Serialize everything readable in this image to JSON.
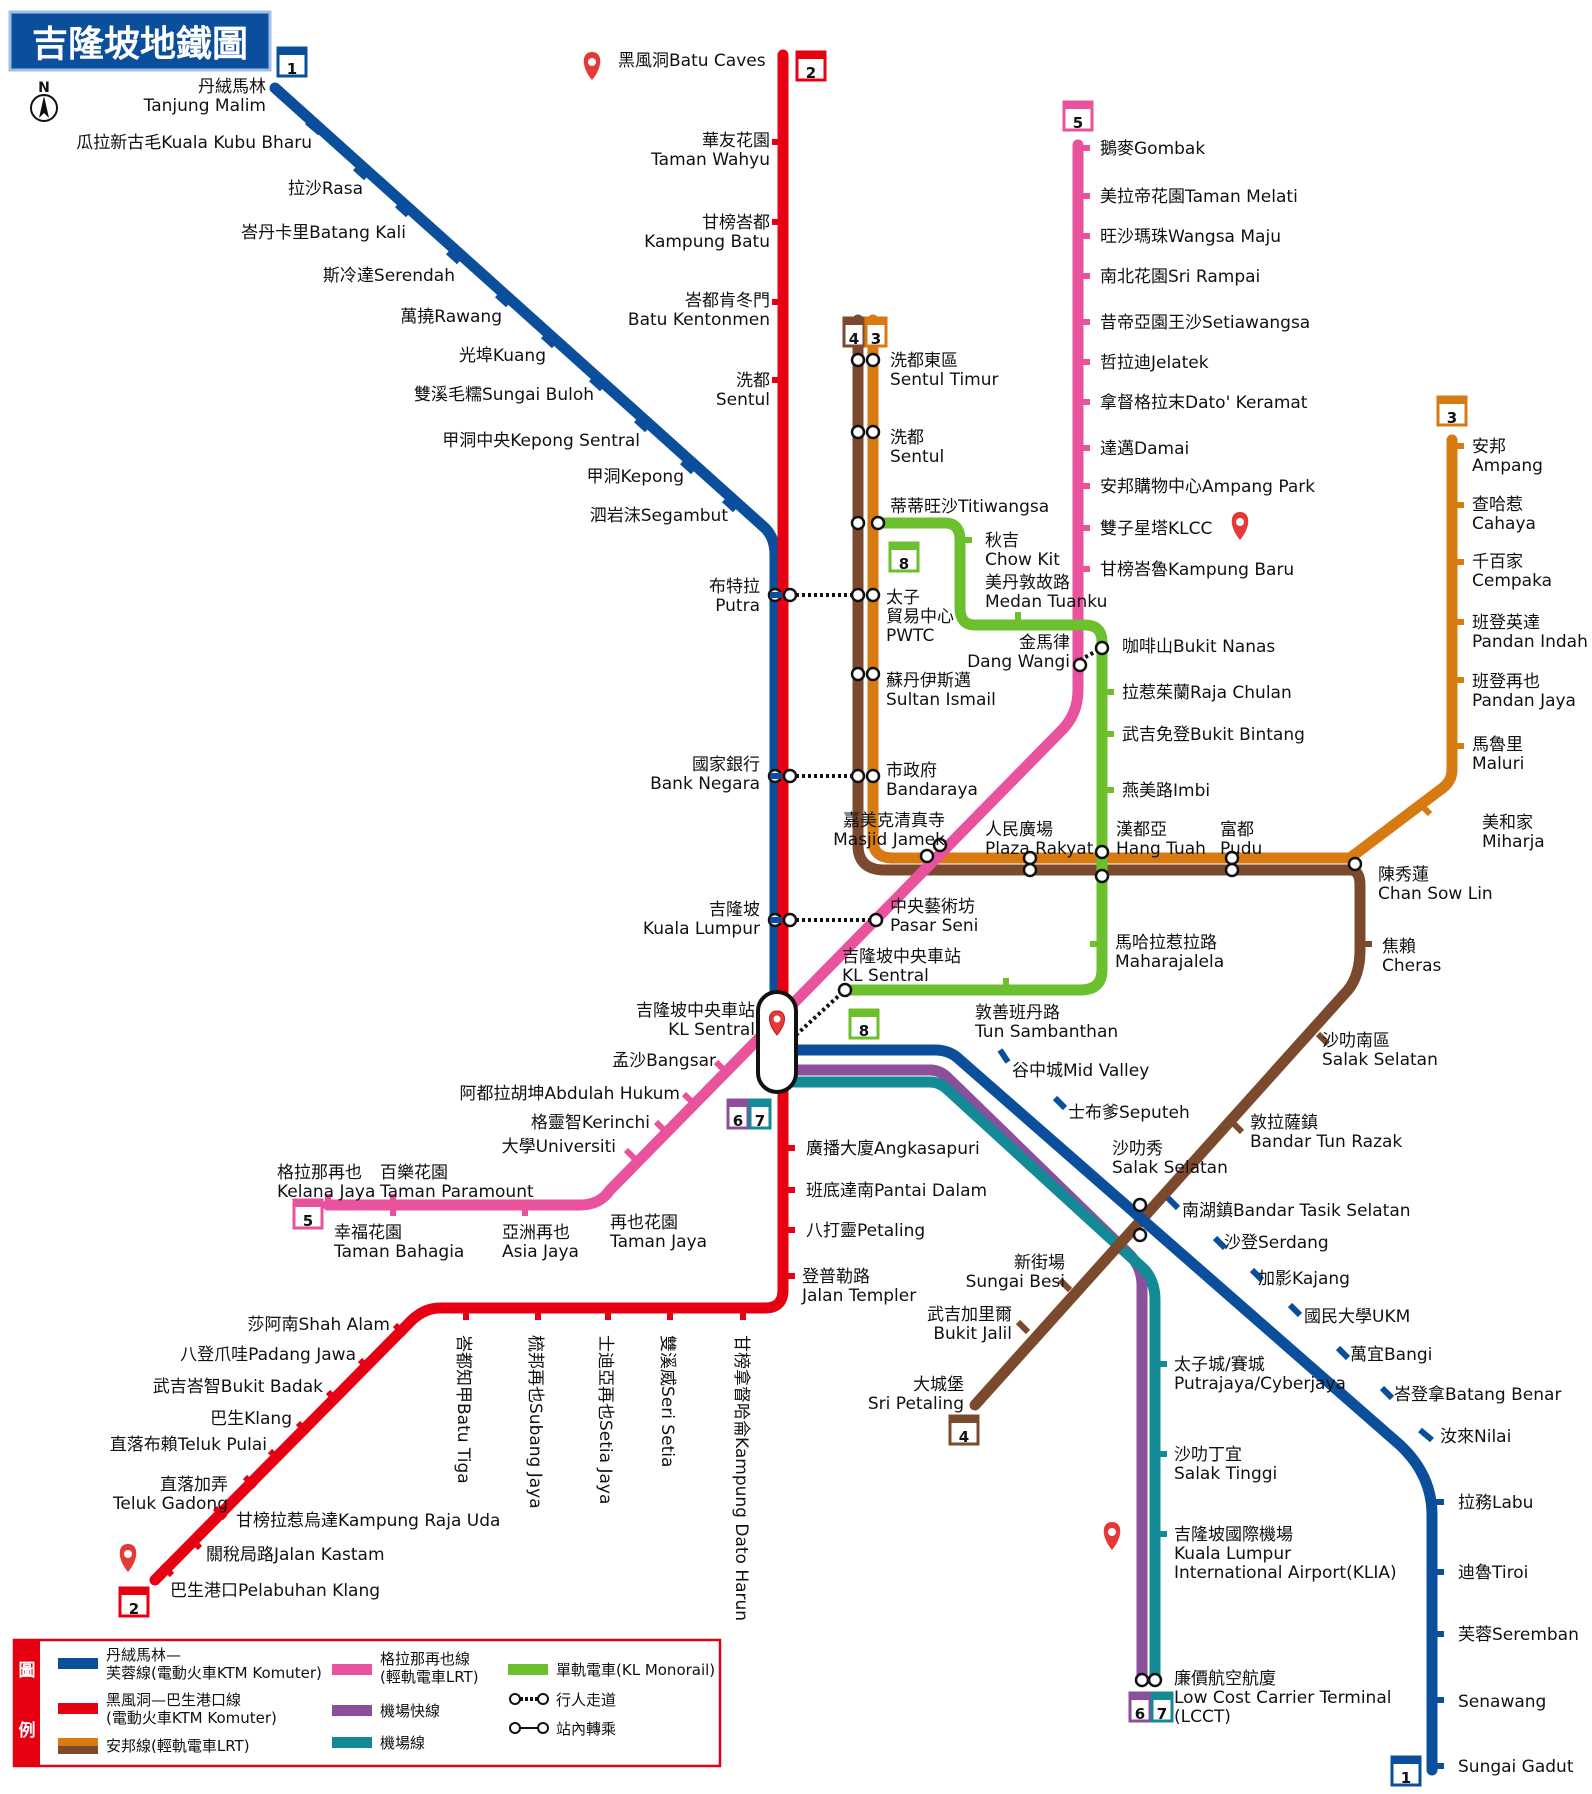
{
  "title": "吉隆坡地鐵圖",
  "compass": "N",
  "colors": {
    "L1": "#0b4f9c",
    "L2": "#e60012",
    "L3": "#d77a12",
    "L4": "#7b4a2e",
    "L5": "#e9529c",
    "L6": "#8b4f9c",
    "L7": "#138a95",
    "L8": "#6cbf2d"
  },
  "badges": [
    "1",
    "2",
    "3",
    "4",
    "5",
    "6",
    "7",
    "8"
  ],
  "stations": {
    "l1": [
      [
        "丹絨馬林",
        "Tanjung Malim"
      ],
      [
        "瓜拉新古毛Kuala Kubu Bharu"
      ],
      [
        "拉沙Rasa"
      ],
      [
        "峇丹卡里Batang Kali"
      ],
      [
        "斯冷達Serendah"
      ],
      [
        "萬撓Rawang"
      ],
      [
        "光埠Kuang"
      ],
      [
        "雙溪毛糯Sungai Buloh"
      ],
      [
        "甲洞中央Kepong Sentral"
      ],
      [
        "甲洞Kepong"
      ],
      [
        "泗岩沫Segambut"
      ],
      [
        "布特拉",
        "Putra"
      ],
      [
        "國家銀行",
        "Bank Negara"
      ],
      [
        "吉隆坡",
        "Kuala Lumpur"
      ],
      [
        "吉隆坡中央車站",
        "KL Sentral"
      ],
      [
        "谷中城Mid Valley"
      ],
      [
        "士布爹Seputeh"
      ],
      [
        "沙叻秀",
        "Salak Selatan"
      ],
      [
        "南湖鎮Bandar Tasik Selatan"
      ],
      [
        "沙登Serdang"
      ],
      [
        "加影Kajang"
      ],
      [
        "國民大學UKM"
      ],
      [
        "萬宜Bangi"
      ],
      [
        "峇登拿Batang Benar"
      ],
      [
        "汝來Nilai"
      ],
      [
        "拉務Labu"
      ],
      [
        "迪魯Tiroi"
      ],
      [
        "芙蓉Seremban"
      ],
      [
        "Senawang"
      ],
      [
        "Sungai Gadut"
      ]
    ],
    "l2": [
      [
        "黑風洞Batu Caves"
      ],
      [
        "華友花園",
        "Taman Wahyu"
      ],
      [
        "甘榜峇都",
        "Kampung Batu"
      ],
      [
        "峇都肯冬門",
        "Batu Kentonmen"
      ],
      [
        "洗都",
        "Sentul"
      ],
      [
        "廣播大廈Angkasapuri"
      ],
      [
        "班底達南Pantai Dalam"
      ],
      [
        "八打靈Petaling"
      ],
      [
        "登普勒路",
        "Jalan Templer"
      ],
      [
        "莎阿南Shah Alam"
      ],
      [
        "八登爪哇Padang Jawa"
      ],
      [
        "武吉峇智Bukit Badak"
      ],
      [
        "巴生Klang"
      ],
      [
        "直落布賴Teluk Pulai"
      ],
      [
        "直落加弄",
        "Teluk Gadong"
      ],
      [
        "甘榜拉惹烏達Kampung Raja Uda"
      ],
      [
        "關稅局路Jalan Kastam"
      ],
      [
        "巴生港口Pelabuhan Klang"
      ],
      [
        "峇都知甲Batu Tiga"
      ],
      [
        "梳邦再也Subang Jaya"
      ],
      [
        "士迪亞再也Setia Jaya"
      ],
      [
        "雙溪威Seri Setia"
      ],
      [
        "甘榜拿督哈侖Kampung Dato Harun"
      ]
    ],
    "l34": [
      [
        "洗都東區",
        "Sentul Timur"
      ],
      [
        "洗都",
        "Sentul"
      ],
      [
        "蒂蒂旺沙Titiwangsa"
      ],
      [
        "太子",
        "貿易中心",
        "PWTC"
      ],
      [
        "蘇丹伊斯邁",
        "Sultan Ismail"
      ],
      [
        "市政府",
        "Bandaraya"
      ],
      [
        "嘉美克清真寺",
        "Masjid Jamek"
      ],
      [
        "人民廣場",
        "Plaza Rakyat"
      ],
      [
        "漢都亞",
        "Hang Tuah"
      ],
      [
        "富都",
        "Pudu"
      ],
      [
        "陳秀蓮",
        "Chan Sow Lin"
      ]
    ],
    "l3": [
      [
        "安邦",
        "Ampang"
      ],
      [
        "查哈惹",
        "Cahaya"
      ],
      [
        "千百家",
        "Cempaka"
      ],
      [
        "班登英達",
        "Pandan Indah"
      ],
      [
        "班登再也",
        "Pandan Jaya"
      ],
      [
        "馬魯里",
        "Maluri"
      ],
      [
        "美和家",
        "Miharja"
      ]
    ],
    "l4": [
      [
        "焦賴",
        "Cheras"
      ],
      [
        "沙叻南區",
        "Salak Selatan"
      ],
      [
        "敦拉薩鎮",
        "Bandar Tun Razak"
      ],
      [
        "新街場",
        "Sungai Besi"
      ],
      [
        "武吉加里爾",
        "Bukit Jalil"
      ],
      [
        "大城堡",
        "Sri Petaling"
      ]
    ],
    "l5": [
      [
        "鵝麥Gombak"
      ],
      [
        "美拉帝花園Taman Melati"
      ],
      [
        "旺沙瑪珠Wangsa Maju"
      ],
      [
        "南北花園Sri Rampai"
      ],
      [
        "昔帝亞園王沙Setiawangsa"
      ],
      [
        "哲拉迪Jelatek"
      ],
      [
        "拿督格拉末Dato' Keramat"
      ],
      [
        "達邁Damai"
      ],
      [
        "安邦購物中心Ampang Park"
      ],
      [
        "雙子星塔KLCC"
      ],
      [
        "甘榜峇魯Kampung Baru"
      ],
      [
        "中央藝術坊",
        "Pasar Seni"
      ],
      [
        "孟沙Bangsar"
      ],
      [
        "阿都拉胡坤Abdulah Hukum"
      ],
      [
        "格靈智Kerinchi"
      ],
      [
        "大學Universiti"
      ],
      [
        "格拉那再也",
        "Kelana Jaya"
      ],
      [
        "百樂花園",
        "Taman Paramount"
      ],
      [
        "幸福花園",
        "Taman Bahagia"
      ],
      [
        "亞洲再也",
        "Asia Jaya"
      ],
      [
        "再也花園",
        "Taman Jaya"
      ]
    ],
    "l8": [
      [
        "秋吉",
        "Chow Kit"
      ],
      [
        "美丹敦故路",
        "Medan Tuanku"
      ],
      [
        "金馬律",
        "Dang Wangi"
      ],
      [
        "咖啡山Bukit Nanas"
      ],
      [
        "拉惹茱蘭Raja Chulan"
      ],
      [
        "武吉免登Bukit Bintang"
      ],
      [
        "燕美路Imbi"
      ],
      [
        "馬哈拉惹拉路",
        "Maharajalela"
      ],
      [
        "敦善班丹路",
        "Tun Sambanthan"
      ],
      [
        "吉隆坡中央車站",
        "KL Sentral"
      ]
    ],
    "l67": [
      [
        "太子城/賽城",
        "Putrajaya/Cyberjaya"
      ],
      [
        "沙叻丁宜",
        "Salak Tinggi"
      ],
      [
        "吉隆坡國際機場",
        "Kuala Lumpur",
        "International Airport(KLIA)"
      ],
      [
        "廉價航空航廈",
        "Low Cost Carrier Terminal",
        "(LCCT)"
      ]
    ]
  },
  "legend": {
    "heading": [
      "圖",
      "例"
    ],
    "items": [
      [
        "丹絨馬林—",
        "芙蓉線(電動火車KTM Komuter)"
      ],
      [
        "黑風洞—巴生港口線",
        "(電動火車KTM Komuter)"
      ],
      [
        "安邦線(輕軌電車LRT)"
      ],
      [
        "格拉那再也線",
        "(輕軌電車LRT)"
      ],
      [
        "機場快線"
      ],
      [
        "機場線"
      ],
      [
        "單軌電車(KL Monorail)"
      ],
      [
        "行人走道"
      ],
      [
        "站內轉乘"
      ]
    ]
  }
}
